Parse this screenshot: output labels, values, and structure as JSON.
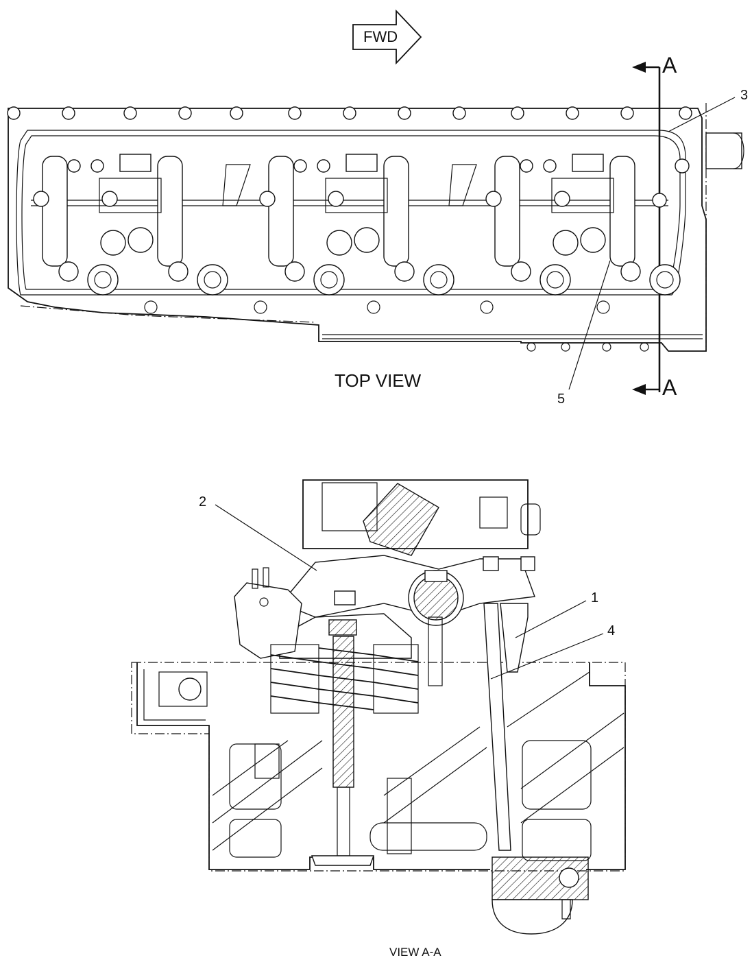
{
  "direction_arrow": {
    "label": "FWD"
  },
  "section_marker": {
    "letter_top": "A",
    "letter_bottom": "A"
  },
  "views": {
    "top_view_label": "TOP VIEW",
    "section_view_label": "VIEW A-A"
  },
  "callouts": [
    {
      "id": "1",
      "text": "1"
    },
    {
      "id": "2",
      "text": "2"
    },
    {
      "id": "3",
      "text": "3"
    },
    {
      "id": "4",
      "text": "4"
    },
    {
      "id": "5",
      "text": "5"
    }
  ]
}
